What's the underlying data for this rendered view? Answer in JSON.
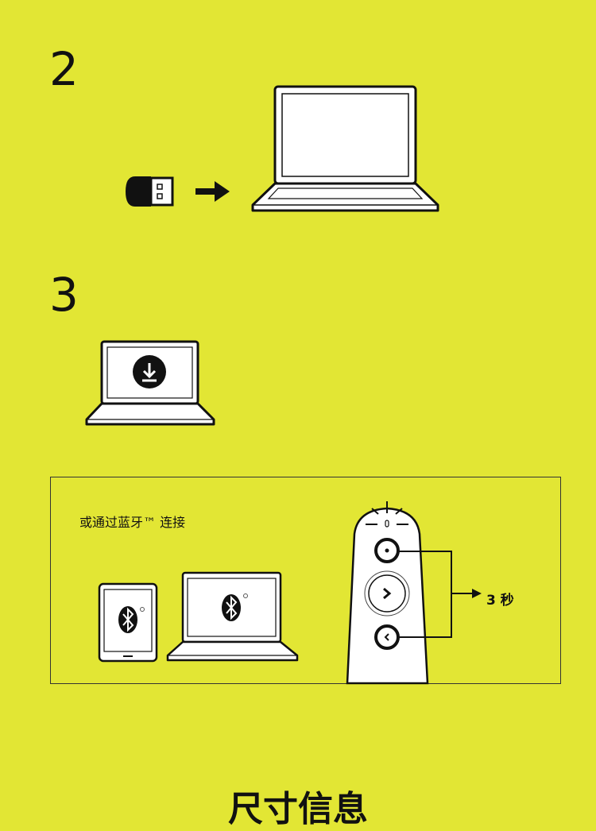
{
  "steps": [
    {
      "number": "2"
    },
    {
      "number": "3"
    }
  ],
  "bluetooth": {
    "label": "或通过蓝牙™ 连接"
  },
  "presenter": {
    "hold_label": "3 秒"
  },
  "footer": {
    "title": "尺寸信息"
  },
  "colors": {
    "background": "#e2e634",
    "line": "#111111",
    "device": "#ffffff"
  }
}
